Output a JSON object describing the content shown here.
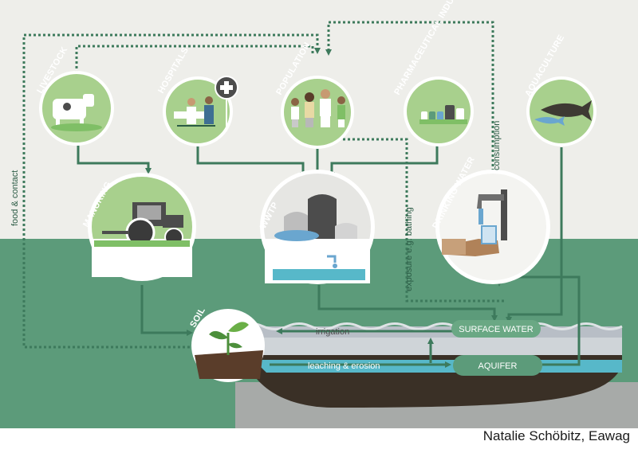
{
  "nodes": {
    "livestock": "LIVESTOCK",
    "hospitals": "HOSPITALS",
    "population": "POPULATION",
    "pharma": "PHARMACEUTICAL INDUSTRY",
    "aquaculture": "AQUACULTURE",
    "manuring": "MANURING",
    "wwtp": "WWTP",
    "drinking_water": "DRINKING WATER",
    "soil": "SOIL",
    "surface_water": "SURFACE WATER",
    "aquifer": "AQUIFER"
  },
  "flows": {
    "food_contact": "food & contact",
    "consumption": "consumption",
    "exposure": "exposure e.g. bathing",
    "irrigation": "irrigation",
    "leaching": "leaching & erosion"
  },
  "credit": "Natalie Schöbitz, Eawag",
  "colors": {
    "sky": "#eeeeea",
    "land": "#5c9b7a",
    "arrow": "#3d7a5c",
    "circle_fill": "#a8d08d",
    "ground": "#3a3026",
    "water": "#57b8c9",
    "pill": "#6aa884"
  }
}
